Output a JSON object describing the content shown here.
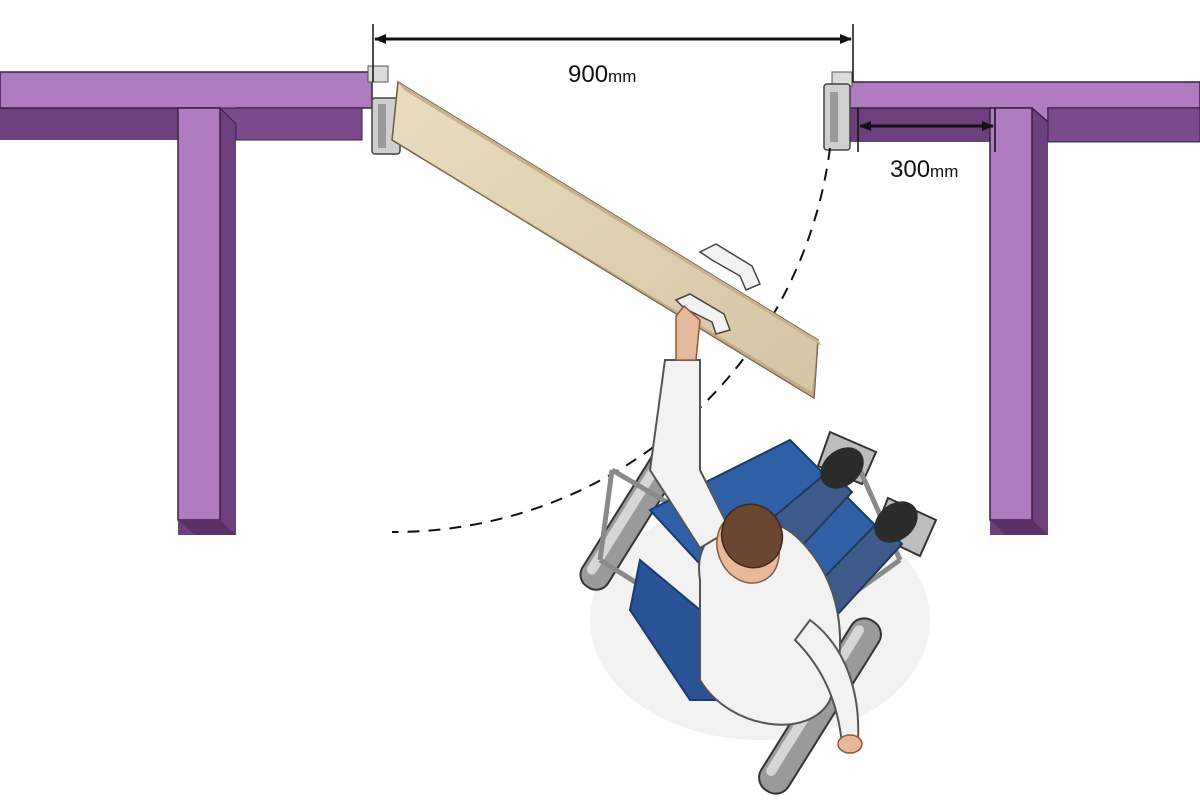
{
  "dimensions": {
    "door_clear_width": {
      "value": "900",
      "unit": "mm"
    },
    "latch_side_clearance": {
      "value": "300",
      "unit": "mm"
    }
  },
  "colors": {
    "wall_top": "#b07cc0",
    "wall_side": "#6e3f7d",
    "door_leaf": "#e2d3b7",
    "door_edge": "#b29d78",
    "dimension_line": "#111111",
    "wheelchair_seat": "#2f5fa6",
    "wheelchair_frame": "#8a8a8a",
    "shirt": "#f2f2f2",
    "trousers": "#3d5a8a",
    "hair": "#6b4630"
  }
}
